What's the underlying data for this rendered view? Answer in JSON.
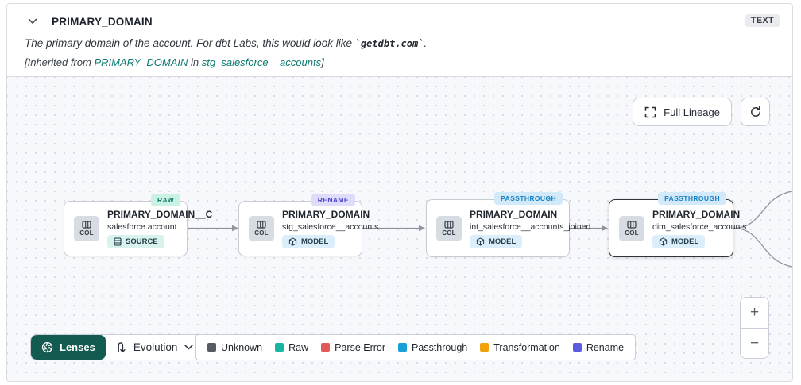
{
  "header": {
    "title": "PRIMARY_DOMAIN",
    "type_badge": "TEXT",
    "description_prefix": "The primary domain of the account. For dbt Labs, this would look like ",
    "description_code": "`getdbt.com`",
    "description_suffix": ".",
    "inherited_prefix": "[Inherited from ",
    "inherited_column_link": "PRIMARY_DOMAIN",
    "inherited_middle": " in ",
    "inherited_model_link": "stg_salesforce__accounts",
    "inherited_suffix": "]"
  },
  "canvas": {
    "full_lineage_label": "Full Lineage",
    "nodes": [
      {
        "title": "PRIMARY_DOMAIN__C",
        "subtitle": "salesforce.account",
        "resource": "SOURCE",
        "tag": "RAW",
        "col_label": "COL",
        "selected": false
      },
      {
        "title": "PRIMARY_DOMAIN",
        "subtitle": "stg_salesforce__accounts",
        "resource": "MODEL",
        "tag": "RENAME",
        "col_label": "COL",
        "selected": false
      },
      {
        "title": "PRIMARY_DOMAIN",
        "subtitle": "int_salesforce__accounts_joined",
        "resource": "MODEL",
        "tag": "PASSTHROUGH",
        "col_label": "COL",
        "selected": false
      },
      {
        "title": "PRIMARY_DOMAIN",
        "subtitle": "dim_salesforce_accounts",
        "resource": "MODEL",
        "tag": "PASSTHROUGH",
        "col_label": "COL",
        "selected": true
      }
    ]
  },
  "toolbar": {
    "lenses_label": "Lenses",
    "lens_selected": "Evolution"
  },
  "legend": {
    "items": [
      {
        "label": "Unknown",
        "color": "#575c63"
      },
      {
        "label": "Raw",
        "color": "#18b5a2"
      },
      {
        "label": "Parse Error",
        "color": "#e15a57"
      },
      {
        "label": "Passthrough",
        "color": "#189fd6"
      },
      {
        "label": "Transformation",
        "color": "#f2a10a"
      },
      {
        "label": "Rename",
        "color": "#5a5be0"
      }
    ]
  },
  "zoom_controls": {
    "zoom_in": "+",
    "zoom_out": "−"
  },
  "colors": {
    "link_teal": "#0c7a6f",
    "lenses_button_bg": "#135a50",
    "tag_raw_bg": "#c9f2e4",
    "tag_raw_text": "#117a67",
    "tag_rename_bg": "#dedcfa",
    "tag_rename_text": "#4a46cf",
    "tag_passthrough_bg": "#d2e9f9",
    "tag_passthrough_text": "#1b82c4",
    "source_badge_bg": "#d9f2ee",
    "model_badge_bg": "#ddeefb",
    "edge_gray": "#8d939c"
  },
  "icons": {
    "collapse": "chevron-down",
    "full_lineage": "expand-corners",
    "refresh": "circular-arrow",
    "column_chip": "columns",
    "source_badge": "database-rows",
    "model_badge": "cube",
    "lenses": "aperture",
    "evolution": "swap-vertical",
    "dropdown": "chevron-down"
  }
}
